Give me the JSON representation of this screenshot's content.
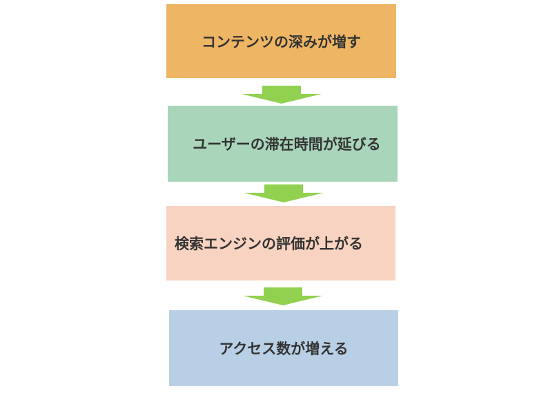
{
  "diagram": {
    "steps": [
      {
        "label": "コンテンツの深みが増す",
        "color": "#eeb664"
      },
      {
        "label": "ユーザーの滞在時間が延びる",
        "color": "#a9d5bb"
      },
      {
        "label": "検索エンジンの評価が上がる",
        "color": "#f8d3c1"
      },
      {
        "label": "アクセス数が増える",
        "color": "#b8cfe6"
      }
    ],
    "arrow_color": "#92d050"
  }
}
